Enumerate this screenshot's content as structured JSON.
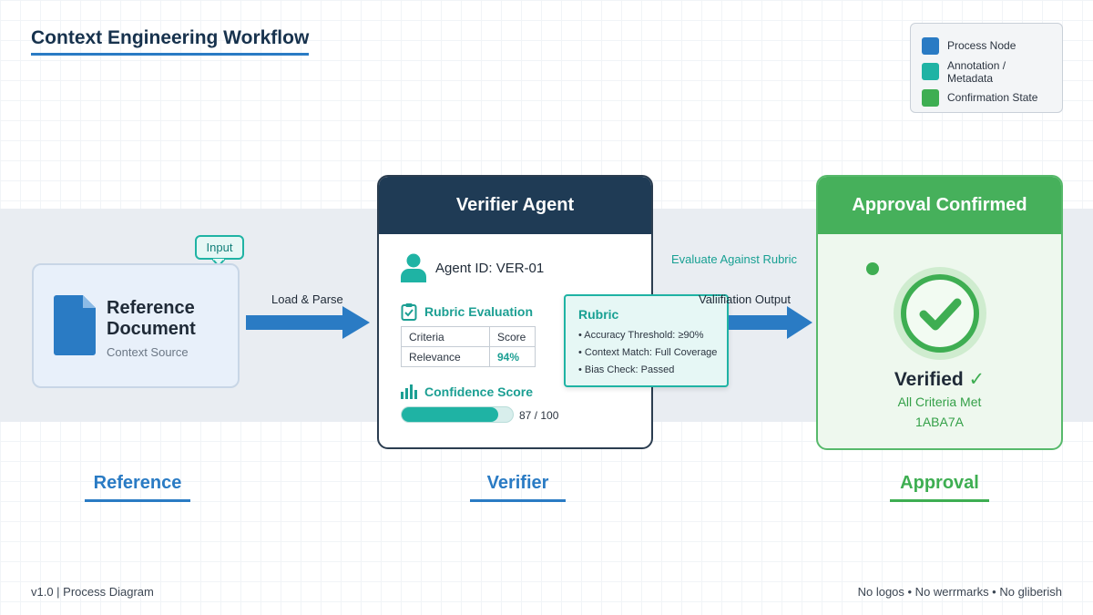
{
  "title": "Context Engineering Workflow",
  "legend": {
    "items": [
      {
        "label": "Process Node",
        "color": "#2a7bc4"
      },
      {
        "label": "Annotation / Metadata",
        "color": "#1fb3a4"
      },
      {
        "label": "Confirmation State",
        "color": "#3eae52"
      }
    ]
  },
  "reference": {
    "bubble": "Input",
    "title": "Reference Document",
    "subtitle": "Context Source",
    "stage_label": "Reference"
  },
  "edges": {
    "load_parse": "Load & Parse",
    "evaluate": "Evaluate Against Rubric",
    "validation": "Valiifiation Output"
  },
  "verifier": {
    "header": "Verifier Agent",
    "agent_id": "Agent ID: VER-01",
    "rubric_title": "Rubric Evaluation",
    "table": {
      "headers": [
        "Criteria",
        "Score"
      ],
      "rows": [
        [
          "Relevance",
          "94%"
        ]
      ]
    },
    "confidence_title": "Confidence Score",
    "confidence_value": 0.87,
    "confidence_label": "87 / 100",
    "stage_label": "Verifier"
  },
  "rubric_popup": {
    "title": "Rubric",
    "items": [
      "• Accuracy Threshold: ≥90%",
      "• Context Match: Full Coverage",
      "• Bias Check: Passed"
    ]
  },
  "approval": {
    "header": "Approval Confirmed",
    "verified": "Verified",
    "verified_mark": "✓",
    "criteria": "All Criteria Met",
    "code": "1ABA7A",
    "stage_label": "Approval"
  },
  "footer": {
    "left": "v1.0 | Process Diagram",
    "right": "No logos • No werrmarks • No gliberish"
  }
}
